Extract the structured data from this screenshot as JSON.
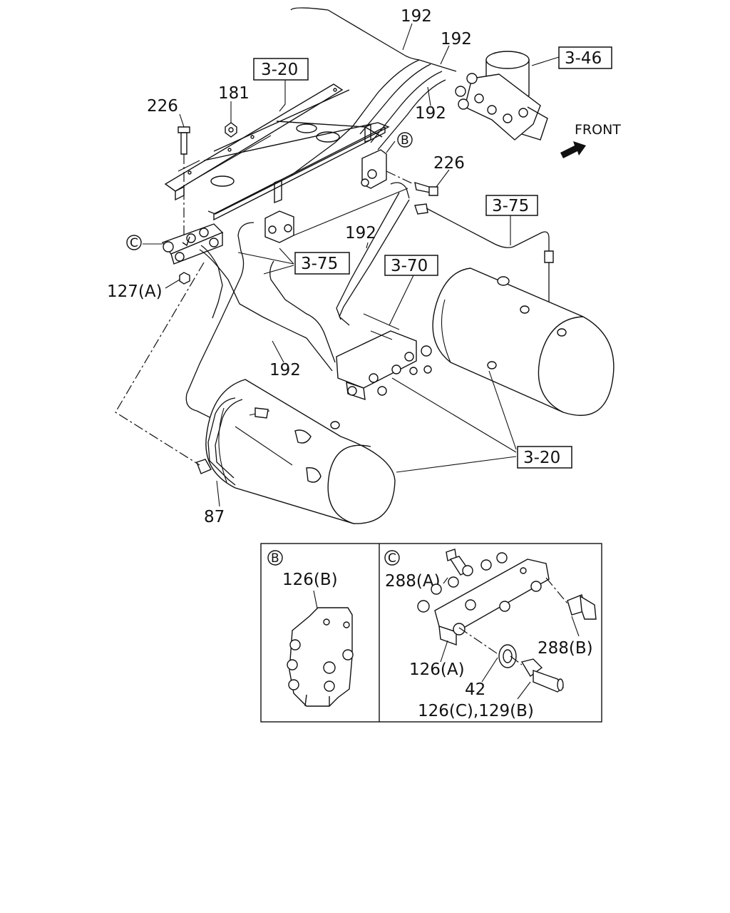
{
  "front_label": "FRONT",
  "callouts": {
    "c192_top": "192",
    "c192_mid": "192",
    "c192_air": "192",
    "c192_right": "192",
    "c192_bottom": "192",
    "c226_left": "226",
    "c226_right": "226",
    "c181": "181",
    "c127a": "127(A)",
    "c87": "87"
  },
  "refs": {
    "r3_20_top": "3-20",
    "r3_46": "3-46",
    "r3_75_right": "3-75",
    "r3_75_center": "3-75",
    "r3_70": "3-70",
    "r3_20_bottom": "3-20"
  },
  "circle_markers": {
    "b_main": "B",
    "c_main": "C",
    "b_inset": "B",
    "c_inset": "C"
  },
  "inset_b": {
    "part_126b": "126(B)"
  },
  "inset_c": {
    "part_288a": "288(A)",
    "part_288b": "288(B)",
    "part_126a": "126(A)",
    "part_42": "42",
    "part_126c_129b": "126(C),129(B)"
  }
}
